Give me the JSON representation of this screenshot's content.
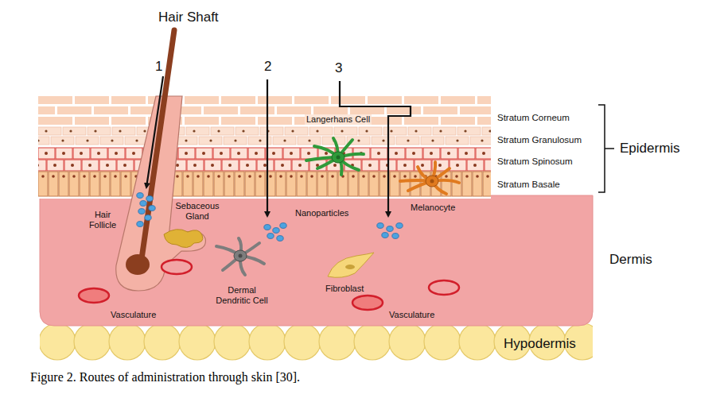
{
  "diagram": {
    "caption": "Figure 2. Routes of administration through skin [30].",
    "labels": [
      "Hair Shaft",
      "1",
      "2",
      "3",
      "Langerhans Cell",
      "Stratum Corneum",
      "Stratum Granulosum",
      "Epidermis",
      "Stratum Spinosum",
      "Stratum Basale",
      "Hair Follicle",
      "Sebaceous Gland",
      "Nanoparticles",
      "Melanocyte",
      "Dermis",
      "Dermal Dendritic Cell",
      "Fibroblast",
      "Vasculature",
      "Vasculature",
      "Hypodermis"
    ]
  }
}
